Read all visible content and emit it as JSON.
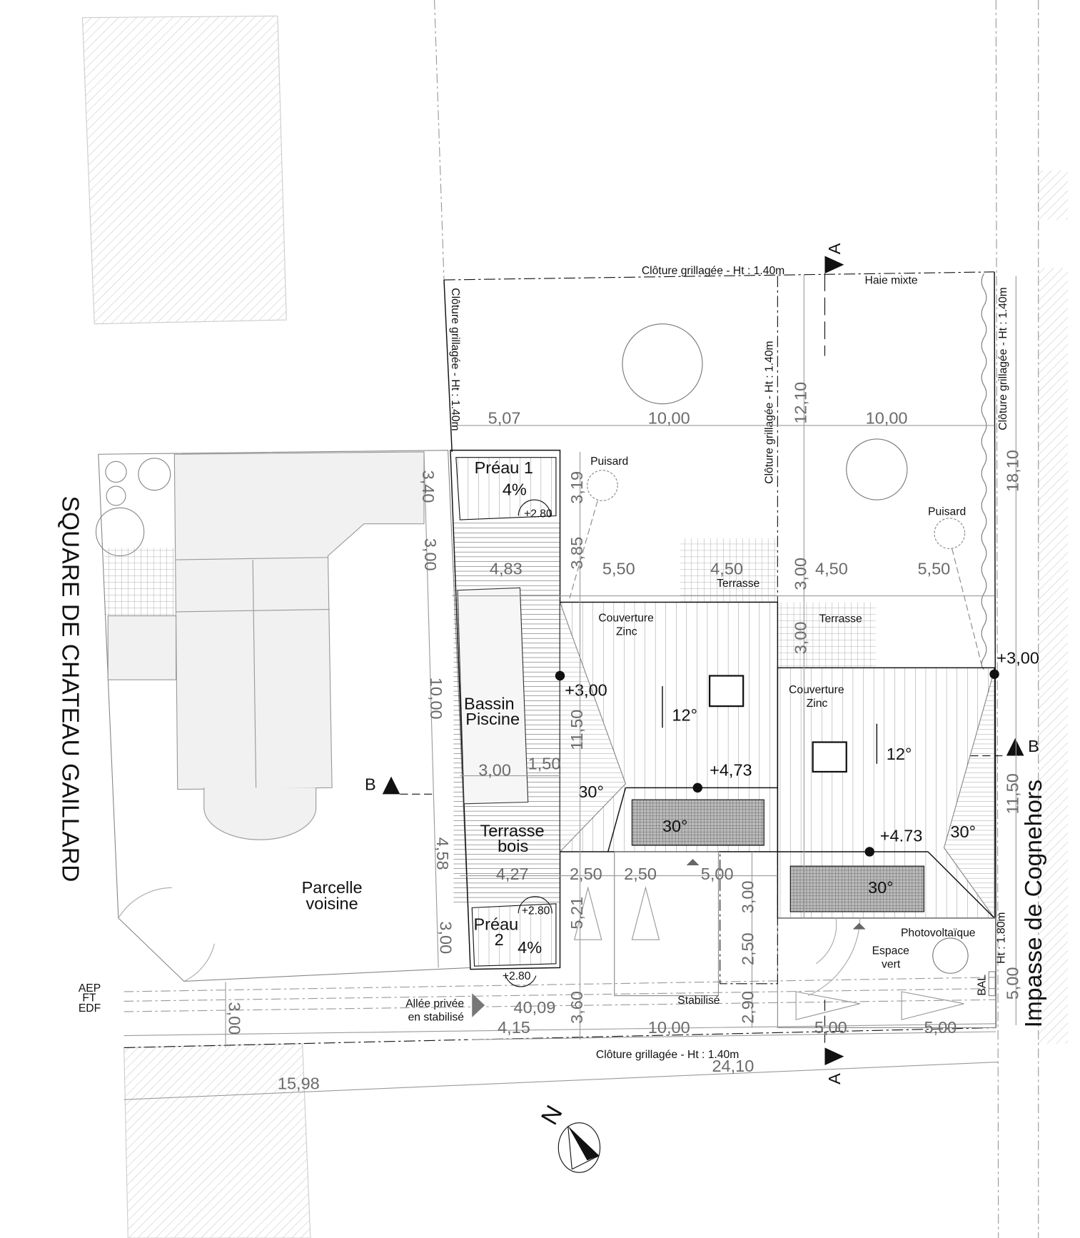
{
  "streets": {
    "left": "SQUARE DE CHATEAU GAILLARD",
    "right": "Impasse de Cognehors"
  },
  "fences": {
    "top": "Clôture grillagée - Ht : 1.40m",
    "left": "Clôture grillagée - Ht : 1.40m",
    "middle": "Clôture grillagée - Ht : 1.40m",
    "right": "Clôture grillagée - Ht : 1.40m",
    "bottom": "Clôture grillagée - Ht : 1.40m",
    "hedge": "Haie mixte",
    "gate_height": "Ht : 1.80m"
  },
  "neighbour": {
    "line1": "Parcelle",
    "line2": "voisine"
  },
  "pool_area": {
    "preau1": "Préau 1",
    "preau1_slope": "4%",
    "preau1_level": "+2.80",
    "preau2_a": "Préau",
    "preau2_b": "2",
    "preau2_slope": "4%",
    "preau2_level": "+2.80",
    "pool_1": "Bassin",
    "pool_2": "Piscine",
    "deck_1": "Terrasse",
    "deck_2": "bois"
  },
  "house1": {
    "roof_1": "Couverture",
    "roof_2": "Zinc",
    "level_eave": "+3,00",
    "level_ridge": "+4,73",
    "pitch_main": "12°",
    "pitch_hip": "30°",
    "pitch_pv": "30°",
    "terrace": "Terrasse",
    "sump": "Puisard"
  },
  "house2": {
    "roof_1": "Couverture",
    "roof_2": "Zinc",
    "level_eave": "+3,00",
    "level_ridge": "+4.73",
    "pitch_main": "12°",
    "pitch_hip": "30°",
    "pitch_pv": "30°",
    "terrace": "Terrasse",
    "sump": "Puisard",
    "pv": "Photovoltaïque",
    "green_1": "Espace",
    "green_2": "vert",
    "mailbox": "BAL"
  },
  "access": {
    "paving": "Stabilisé",
    "lane_1": "Allée privée",
    "lane_2": "en stabilisé",
    "networks": [
      "AEP",
      "FT",
      "EDF"
    ]
  },
  "sections": {
    "a": "A",
    "b": "B"
  },
  "north": "N",
  "dimensions": [
    "5,07",
    "10,00",
    "10,00",
    "12,10",
    "18,10",
    "3,40",
    "3,00",
    "10,00",
    "4,58",
    "3,00",
    "3,19",
    "3,85",
    "4,83",
    "5,50",
    "4,50",
    "3,00",
    "4,50",
    "5,50",
    "3,00",
    "11,50",
    "3,00",
    "1,50",
    "4,27",
    "2,50",
    "2,50",
    "5,00",
    "5,21",
    "3,00",
    "2,50",
    "2,90",
    "3,60",
    "40,09",
    "4,15",
    "10,00",
    "5,00",
    "5,00",
    "24,10",
    "15,98",
    "3,00",
    "11,50",
    "5,00"
  ]
}
